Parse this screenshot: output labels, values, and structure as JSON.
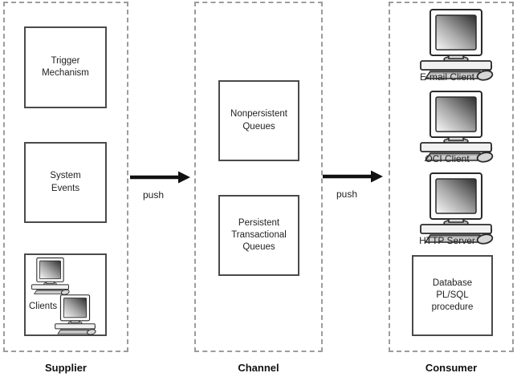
{
  "supplier": {
    "label": "Supplier",
    "trigger_mechanism": "Trigger\nMechanism",
    "system_events": "System\nEvents",
    "clients_caption": "Clients"
  },
  "channel": {
    "label": "Channel",
    "nonpersistent_queues": "Nonpersistent\nQueues",
    "persistent_queues": "Persistent\nTransactional\nQueues"
  },
  "consumer": {
    "label": "Consumer",
    "machines": [
      {
        "label": "E-mail Client"
      },
      {
        "label": "OCI Client"
      },
      {
        "label": "HTTP Server"
      }
    ],
    "database_procedure": "Database\nPL/SQL\nprocedure"
  },
  "arrows": {
    "supplier_to_channel": "push",
    "channel_to_consumer": "push"
  },
  "icons": {
    "workstation": "computer-workstation-icon"
  },
  "colors": {
    "box_border": "#4a4a4a",
    "dashed_border": "#9c9c9c",
    "arrow": "#111111",
    "text": "#1a1a1a",
    "background": "#ffffff"
  }
}
